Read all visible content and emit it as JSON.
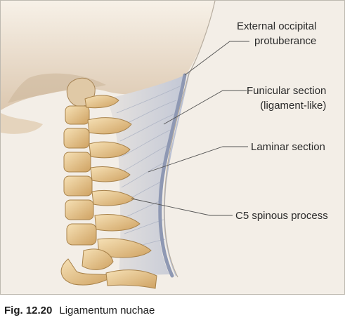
{
  "figure": {
    "labels": {
      "external_occipital_protuberance": [
        "External occipital",
        "protuberance"
      ],
      "funicular_section": [
        "Funicular section",
        "(ligament-like)"
      ],
      "laminar_section": "Laminar section",
      "c5_spinous_process": "C5 spinous process"
    }
  },
  "caption": {
    "label": "Fig. 12.20",
    "text": "Ligamentum nuchae"
  },
  "colors": {
    "background": "#f3eee7",
    "bone": "#e6c68e",
    "bone_shadow": "#b58c4c",
    "skull": "#e9dccb",
    "ligament": "#c9ccd6",
    "ligament_edge": "#8e98b3",
    "leader_line": "#555555"
  }
}
